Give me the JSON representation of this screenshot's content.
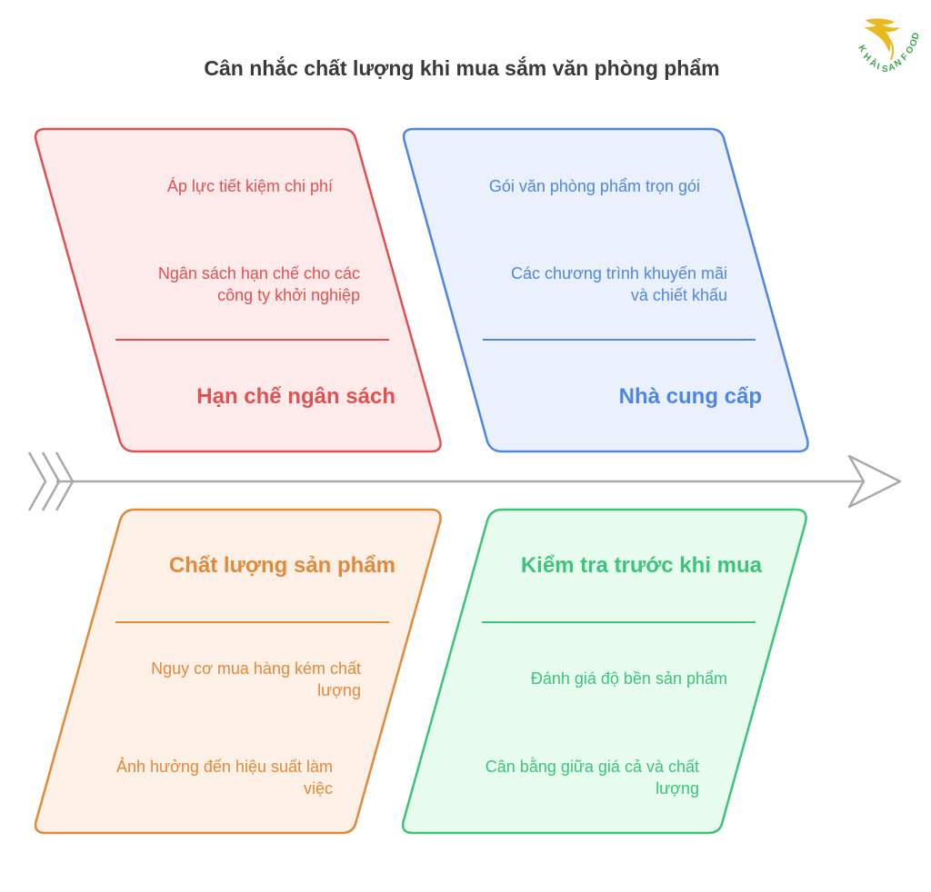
{
  "title": "Cân nhắc chất lượng khi mua sắm văn phòng phẩm",
  "logo": {
    "text": "KHẢI SAN FOOD",
    "icon": "golden-bird-icon",
    "color": "#3aa64a",
    "accent": "#e9b91f"
  },
  "categories": [
    {
      "id": "budget",
      "heading": "Hạn chế ngân sách",
      "color": "#e05252",
      "fill": "#fdeaea",
      "items": [
        "Áp lực tiết kiệm chi phí",
        "Ngân sách hạn chế cho các công ty khởi nghiệp"
      ]
    },
    {
      "id": "supplier",
      "heading": "Nhà cung cấp",
      "color": "#4f86e0",
      "fill": "#eaf1fd",
      "items": [
        "Gói văn phòng phẩm trọn gói",
        "Các chương trình khuyến mãi và chiết khấu"
      ]
    },
    {
      "id": "quality",
      "heading": "Chất lượng sản phẩm",
      "color": "#e08a3c",
      "fill": "#fdf0e6",
      "items": [
        "Nguy cơ mua hàng kém chất lượng",
        "Ảnh hưởng đến hiệu suất làm việc"
      ]
    },
    {
      "id": "check",
      "heading": "Kiểm tra trước khi mua",
      "color": "#3cc47a",
      "fill": "#e8fbef",
      "items": [
        "Đánh giá độ bền sản phẩm",
        "Cân bằng giữa giá cả và chất lượng"
      ]
    }
  ]
}
